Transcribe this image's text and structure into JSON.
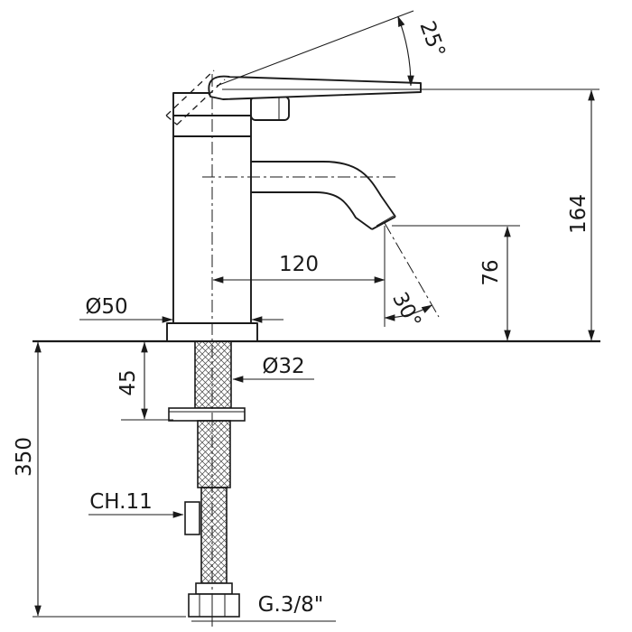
{
  "labels": {
    "handle_angle": "25°",
    "total_height": "164",
    "spout_reach": "120",
    "spout_height": "76",
    "spout_angle": "30°",
    "base_diameter": "Ø50",
    "shank_diameter": "Ø32",
    "deck_thickness": "45",
    "hose_length": "350",
    "wrench_size": "CH.11",
    "thread_size": "G.3/8\""
  },
  "colors": {
    "line": "#1a1a1a",
    "background": "#ffffff"
  }
}
